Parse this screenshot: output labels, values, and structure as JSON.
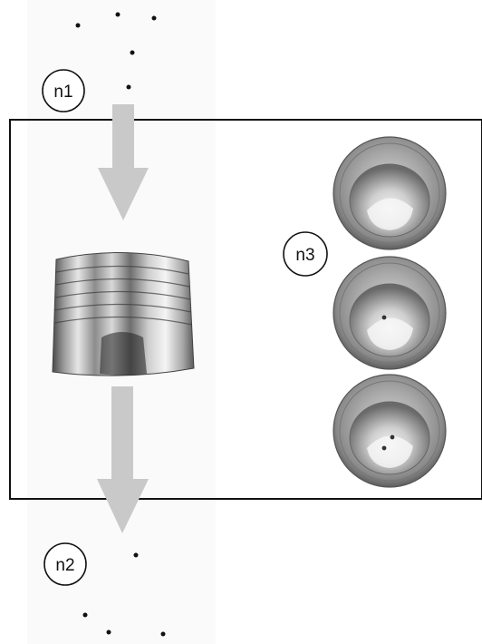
{
  "labels": {
    "n1": "n1",
    "n2": "n2",
    "n3": "n3"
  },
  "colors": {
    "frame": "#111111",
    "arrow": "#c9c9c9",
    "particle": "#111111",
    "metal_dark": "#555555",
    "metal_light": "#f2f2f2"
  },
  "icons": {
    "cylinder": "metal-cylinder-icon",
    "bowl": "metal-bowl-icon"
  }
}
